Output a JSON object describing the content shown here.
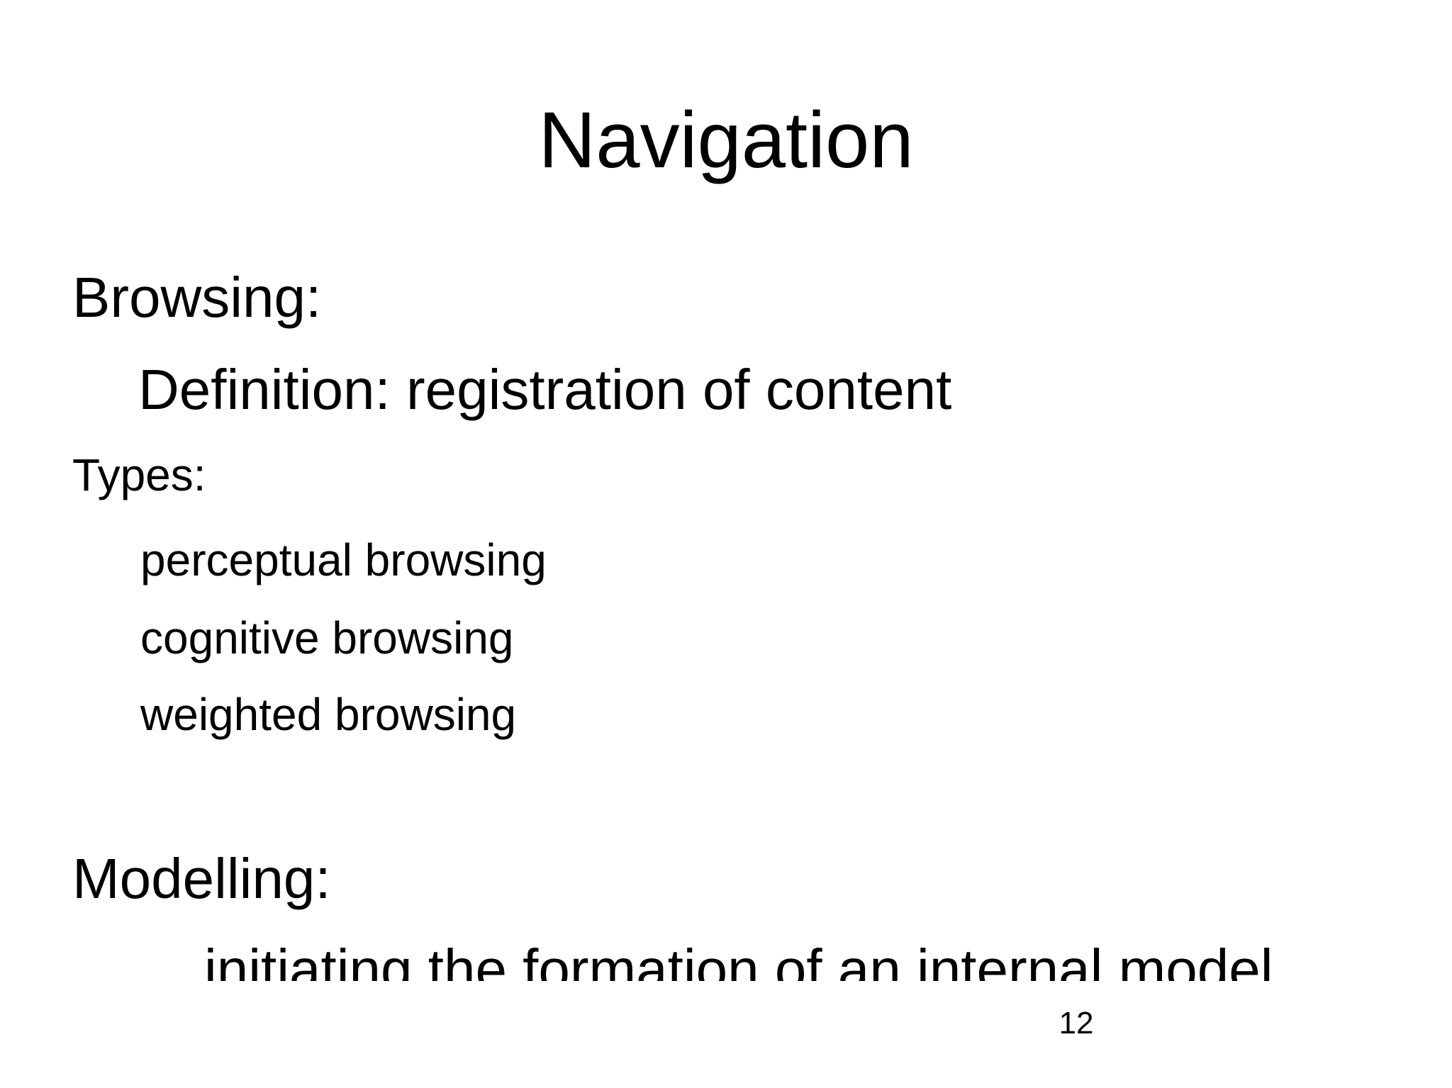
{
  "slide": {
    "title": "Navigation",
    "browsing": {
      "heading": "Browsing:",
      "definition": "Definition: registration of content",
      "types_heading": "Types:",
      "types": [
        "perceptual browsing",
        "cognitive browsing",
        "weighted browsing"
      ]
    },
    "modelling": {
      "heading": "Modelling:",
      "text": "initiating the formation of an internal model"
    },
    "page_number": "12"
  }
}
